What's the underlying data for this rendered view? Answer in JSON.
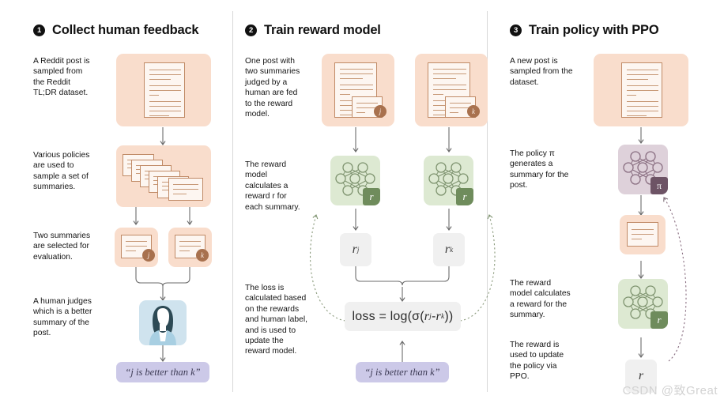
{
  "watermark": "CSDN @致Great",
  "columns": [
    {
      "number": "1",
      "title": "Collect human feedback",
      "captions": [
        "A Reddit post is\nsampled from\nthe Reddit\nTL;DR dataset.",
        "Various policies\nare used to\nsample a set of\nsummaries.",
        "Two summaries\nare selected for\nevaluation.",
        "A human judges\nwhich is a better\nsummary of the\npost."
      ],
      "badges": {
        "j": "j",
        "k": "k"
      },
      "judgement": "“j is better than k”"
    },
    {
      "number": "2",
      "title": "Train reward model",
      "captions": [
        "One post with\ntwo summaries\njudged by a\nhuman are fed\nto the reward\nmodel.",
        "The reward\nmodel\ncalculates a\nreward r for\neach summary.",
        "The loss is\ncalculated based\non the rewards\nand human label,\nand is used to\nupdate the\nreward model."
      ],
      "badges": {
        "j": "j",
        "k": "k",
        "reward": "r"
      },
      "chips": {
        "rj_base": "r",
        "rj_sub": "j",
        "rk_base": "r",
        "rk_sub": "k"
      },
      "loss": {
        "prefix": "loss = log(σ(",
        "r1": "r",
        "r1sub": "j",
        "minus": " - ",
        "r2": "r",
        "r2sub": "k",
        "suffix": "))"
      },
      "judgement": "“j is better than k”"
    },
    {
      "number": "3",
      "title": "Train policy with PPO",
      "captions": [
        "A new post is\nsampled from the\ndataset.",
        "The policy π\ngenerates a\nsummary for the\npost.",
        "The reward\nmodel calculates\na reward for the\nsummary.",
        "The reward is\nused to update\nthe policy via\nPPO."
      ],
      "badges": {
        "policy": "π",
        "reward": "r"
      },
      "chips": {
        "r": "r"
      }
    }
  ],
  "colors": {
    "peach": "#f9ddcc",
    "green": "#dde9d2",
    "mauve": "#ded1da",
    "blue": "#cfe3ee",
    "lavender": "#ccc9e8",
    "chip_gray": "#f0f0f0",
    "badge_brown": "#a8714e",
    "badge_green": "#6f8c5c",
    "badge_mauve": "#6d5365",
    "line_brown": "#c79977",
    "arrow_gray": "#6b6b6b"
  }
}
